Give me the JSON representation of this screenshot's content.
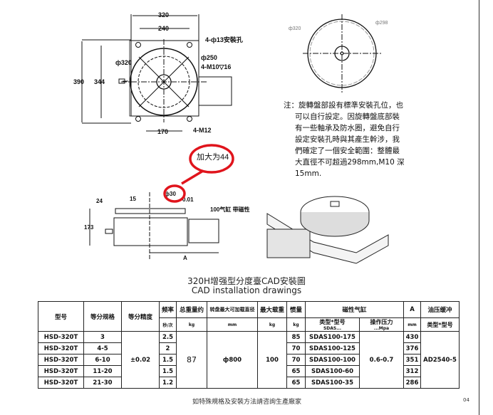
{
  "drawing_top": {
    "w320": "320",
    "w240": "240",
    "h390": "390",
    "h344": "344",
    "w170": "170",
    "holes13": "4-ф13安裝孔",
    "d320": "ф320",
    "d250": "ф250",
    "m10": "4-M10▽16",
    "m12": "4-M12"
  },
  "drawing_side": {
    "d24": "24",
    "d15": "15",
    "d173": "173",
    "dia": "ф30",
    "tol": "0.01",
    "cyl": "100气缸 带磁性",
    "a": "A",
    "annotation": "加大为44"
  },
  "drawing_plan": {
    "d320": "ф320",
    "d298": "ф298"
  },
  "note": {
    "line1": "注：旋轉盤部設有標準安裝孔位，也",
    "lines": [
      "可以自行設定。因旋轉盤底部裝",
      "有一些軸承及防水圈，避免自行",
      "設定安裝孔時與其產生幹涉，我",
      "們確定了一個安全範圍：整體最",
      "大直徑不可超過298mm,M10 深",
      "15mm."
    ]
  },
  "caption_cn": "320H增强型分度臺CAD安裝圖",
  "caption_en": "CAD installation drawings",
  "table": {
    "headers": {
      "model": "型号",
      "division": "等分规格",
      "precision": "等分精度",
      "freq": "频率",
      "weight": "总重量约",
      "diameter": "转盘最大可加载直径",
      "load": "最大载重",
      "inertia": "惯量",
      "cylinder": "磁性气缸",
      "cyl_type": "类型*型号",
      "cyl_pressure": "操作压力",
      "a": "A",
      "buffer": "油压缓冲",
      "buffer_type": "类型*型号"
    },
    "units": {
      "freq": "秒/次",
      "weight": "kg",
      "diameter": "mm",
      "load": "kg",
      "inertia": "kg",
      "cyl_type": "SDAS...",
      "cyl_pressure": "...Mpa",
      "a": "mm"
    },
    "shared": {
      "precision": "±0.02",
      "weight": "87",
      "diameter": "ф800",
      "load": "100",
      "pressure": "0.6-0.7",
      "buffer": "AD2540-5"
    },
    "rows": [
      {
        "model": "HSD-320T",
        "division": "3",
        "freq": "2.5",
        "inertia": "85",
        "cyl": "SDAS100-175",
        "a": "430"
      },
      {
        "model": "HSD-320T",
        "division": "4-5",
        "freq": "2",
        "inertia": "70",
        "cyl": "SDAS100-125",
        "a": "376"
      },
      {
        "model": "HSD-320T",
        "division": "6-10",
        "freq": "1.5",
        "inertia": "70",
        "cyl": "SDAS100-100",
        "a": "351"
      },
      {
        "model": "HSD-320T",
        "division": "11-20",
        "freq": "1.5",
        "inertia": "65",
        "cyl": "SDAS100-60",
        "a": "312"
      },
      {
        "model": "HSD-320T",
        "division": "21-30",
        "freq": "1.2",
        "inertia": "65",
        "cyl": "SDAS100-35",
        "a": "286"
      }
    ]
  },
  "footer": "如特殊規格及安裝方法請咨詢生產廠家",
  "page_number": "04",
  "colors": {
    "annotation": "#e0141c"
  }
}
